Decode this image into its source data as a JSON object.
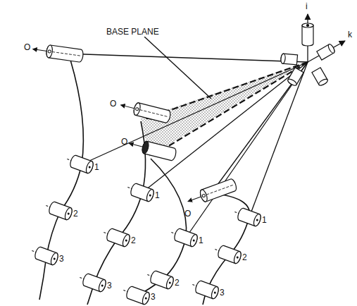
{
  "diagram": {
    "labels": [
      "BASE PLANE",
      "i",
      "k",
      "O",
      "O",
      "O",
      "O",
      "1",
      "2",
      "3",
      "1",
      "2",
      "3",
      "1",
      "2",
      "3",
      "1",
      "2",
      "3"
    ]
  }
}
